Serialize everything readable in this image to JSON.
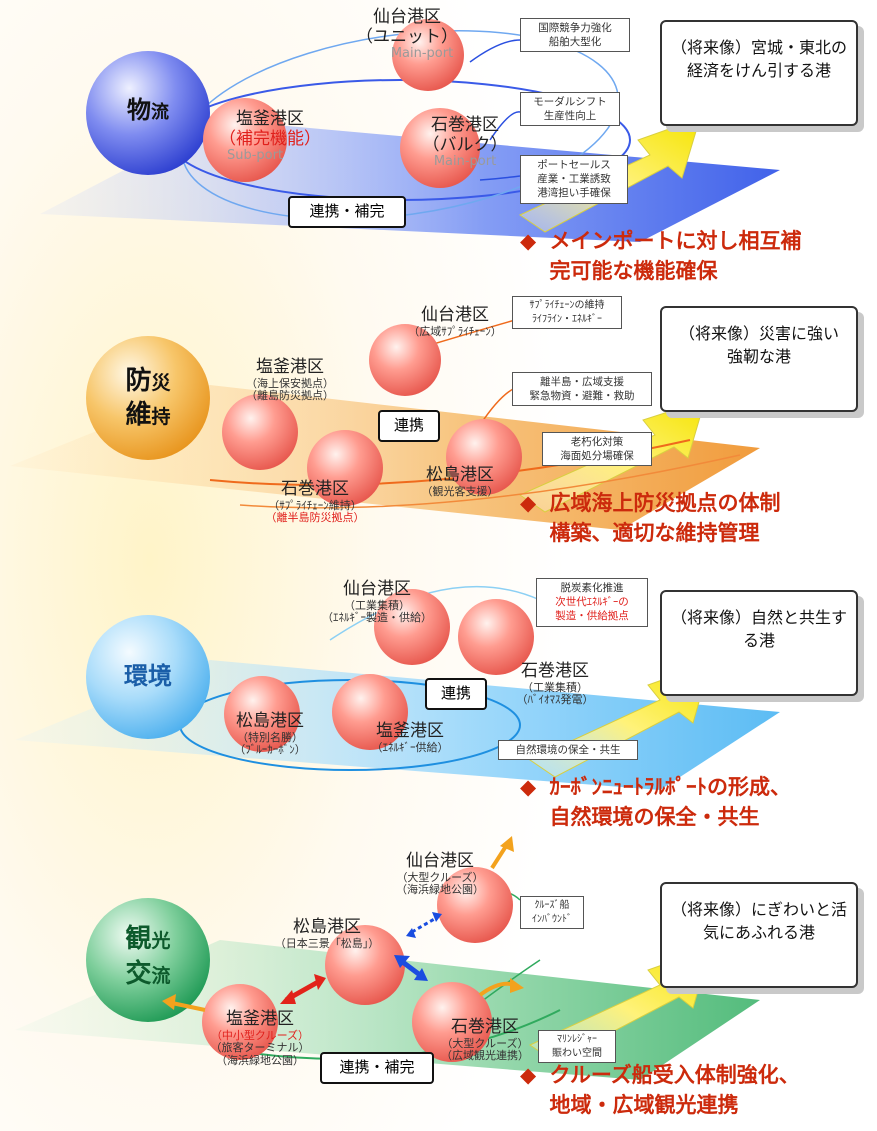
{
  "sections": [
    {
      "id": "logistics",
      "category": {
        "big": "物",
        "small": "流"
      },
      "ports": [
        {
          "name": "仙台港区",
          "note": "（ユニット）",
          "role": "Main-port"
        },
        {
          "name": "塩釜港区",
          "note": "（補完機能）",
          "role": "Sub-port"
        },
        {
          "name": "石巻港区",
          "note": "（バルク）",
          "role": "Main-port"
        }
      ],
      "boxes": [
        "国際競争力強化\n船舶大型化",
        "モーダルシフト\n生産性向上",
        "ポートセールス\n産業・工業誘致\n港湾担い手確保"
      ],
      "link": "連携・補完",
      "future": "（将来像）宮城・東北の\n経済をけん引する港",
      "goal": "メインポートに対し相互補\n完可能な機能確保",
      "colors": {
        "main": "#2a4fe0",
        "circle": "#5566e6"
      }
    },
    {
      "id": "disaster",
      "category": {
        "big1": "防",
        "small1": "災",
        "big2": "維",
        "small2": "持"
      },
      "ports": [
        {
          "name": "仙台港区",
          "note": "（広域ｻﾌﾟﾗｲﾁｪｰﾝ）"
        },
        {
          "name": "塩釜港区",
          "note1": "（海上保安拠点）",
          "note2": "（離島防災拠点）"
        },
        {
          "name": "石巻港区",
          "note1": "（ｻﾌﾟﾗｲﾁｪｰﾝ維持）",
          "note2": "（離半島防災拠点）"
        },
        {
          "name": "松島港区",
          "note": "（観光客支援）"
        }
      ],
      "boxes": [
        "ｻﾌﾟﾗｲﾁｪｰﾝの維持\nﾗｲﾌﾗｲﾝ・ｴﾈﾙｷﾞｰ",
        "離半島・広域支援\n緊急物資・避難・救助",
        "老朽化対策\n海面処分場確保"
      ],
      "link": "連携",
      "future": "（将来像）災害に強い\n強靭な港",
      "goal": "広域海上防災拠点の体制\n構築、適切な維持管理",
      "colors": {
        "main": "#e8781c",
        "circle": "#f0a838"
      }
    },
    {
      "id": "environment",
      "category": {
        "big": "環境"
      },
      "ports": [
        {
          "name": "仙台港区",
          "note1": "（工業集積）",
          "note2": "（ｴﾈﾙｷﾞｰ製造・供給）"
        },
        {
          "name": "石巻港区",
          "note1": "（工業集積）",
          "note2": "（ﾊﾞｲｵﾏｽ発電）"
        },
        {
          "name": "松島港区",
          "note1": "（特別名勝）",
          "note2": "（ﾌﾞﾙｰｶｰﾎﾞﾝ）"
        },
        {
          "name": "塩釜港区",
          "note": "（ｴﾈﾙｷﾞｰ供給）"
        }
      ],
      "boxes": [
        "脱炭素化推進",
        "次世代ｴﾈﾙｷﾞｰの\n製造・供給拠点",
        "自然環境の保全・共生"
      ],
      "link": "連携",
      "future": "（将来像）自然と共生す\nる港",
      "goal": "ｶｰﾎﾞﾝﾆｭｰﾄﾗﾙﾎﾟｰﾄの形成、\n自然環境の保全・共生",
      "colors": {
        "main": "#1e90e0",
        "circle": "#8fd0f8"
      }
    },
    {
      "id": "tourism",
      "category": {
        "big1": "観",
        "small1": "光",
        "big2": "交",
        "small2": "流"
      },
      "ports": [
        {
          "name": "仙台港区",
          "note1": "（大型クルーズ）",
          "note2": "（海浜緑地公園）"
        },
        {
          "name": "松島港区",
          "note": "（日本三景「松島」）"
        },
        {
          "name": "塩釜港区",
          "note1": "（中小型クルーズ）",
          "note2": "（旅客ターミナル）",
          "note3": "（海浜緑地公園）"
        },
        {
          "name": "石巻港区",
          "note1": "（大型クルーズ）",
          "note2": "（広域観光連携）"
        }
      ],
      "boxes": [
        "ｸﾙｰｽﾞ船\nｲﾝﾊﾞｳﾝﾄﾞ",
        "ﾏﾘﾝﾚｼﾞｬｰ\n賑わい空間"
      ],
      "link": "連携・補完",
      "future": "（将来像）にぎわいと活\n気にあふれる港",
      "goal": "クルーズ船受入体制強化、\n地域・広域観光連携",
      "colors": {
        "main": "#20a050",
        "circle": "#5cc08a"
      }
    }
  ],
  "bullet": "◆"
}
